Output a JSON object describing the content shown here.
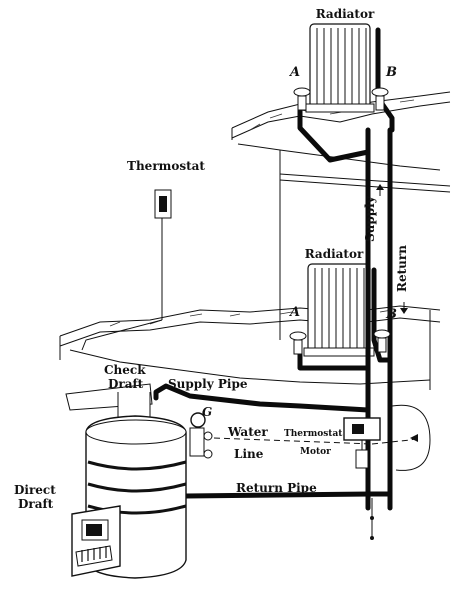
{
  "labels": {
    "radiator_upper": "Radiator",
    "radiator_lower": "Radiator",
    "valve_a_upper": "A",
    "valve_b_upper": "B",
    "valve_a_lower": "A",
    "valve_b_lower": "B",
    "thermostat": "Thermostat",
    "supply_riser": "Supply",
    "return_riser": "Return",
    "check_draft_1": "Check",
    "check_draft_2": "Draft",
    "supply_pipe": "Supply Pipe",
    "gauge_g": "G",
    "water": "Water",
    "line": "Line",
    "thermostat_motor_1": "Thermostat",
    "thermostat_motor_2": "Motor",
    "return_pipe": "Return Pipe",
    "direct_draft_1": "Direct",
    "direct_draft_2": "Draft"
  },
  "colors": {
    "ink": "#0b0b0b",
    "paper": "#ffffff"
  }
}
